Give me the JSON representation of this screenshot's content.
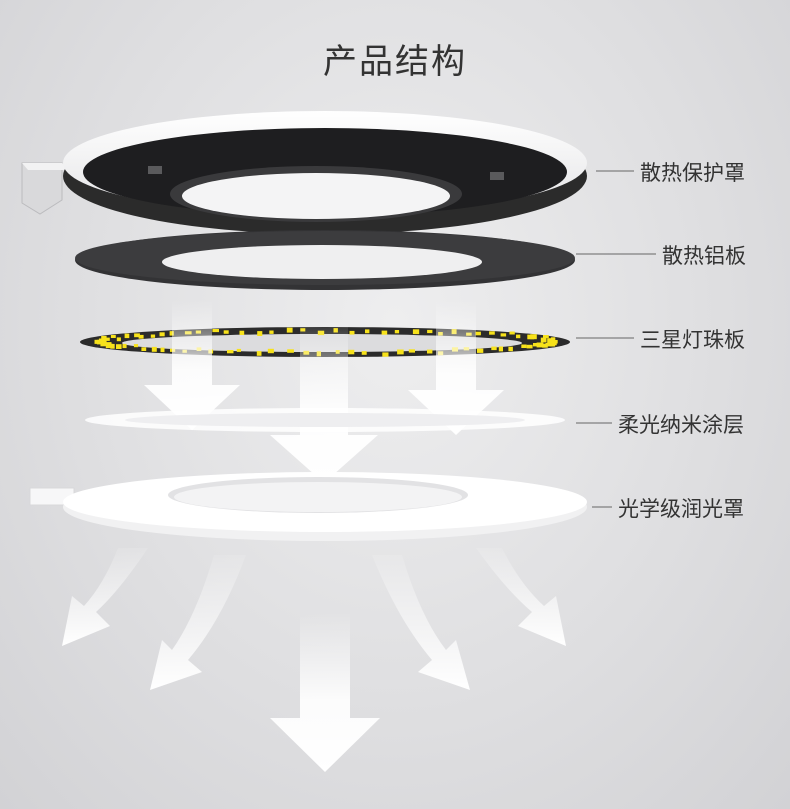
{
  "title": "产品结构",
  "layers": [
    {
      "id": "cover",
      "label": "散热保护罩"
    },
    {
      "id": "aluminum",
      "label": "散热铝板"
    },
    {
      "id": "led",
      "label": "三星灯珠板"
    },
    {
      "id": "coating",
      "label": "柔光纳米涂层"
    },
    {
      "id": "diffuser",
      "label": "光学级润光罩"
    }
  ],
  "colors": {
    "label_text": "#333333",
    "ring_white": "#ffffff",
    "ring_dark": "#2b2b2b",
    "led_yellow": "#f7e21b",
    "arrow_white": "#ffffff"
  },
  "icons": {
    "arrow": "down-arrow-icon",
    "curved_arrow": "curved-arrow-icon"
  }
}
